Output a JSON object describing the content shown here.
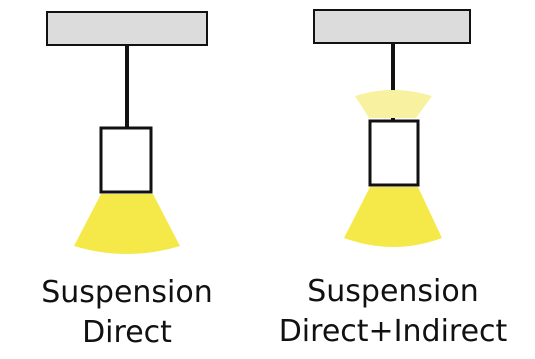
{
  "colors": {
    "ceiling_canopy": "#dcdcdc",
    "outline": "#111111",
    "light_beam": "#f5e94a",
    "light_beam_faint": "#f7f1a0",
    "background": "#ffffff"
  },
  "fixtures": [
    {
      "id": "suspension-direct",
      "label_line1": "Suspension",
      "label_line2": "Direct",
      "light": "downlight"
    },
    {
      "id": "suspension-direct-indirect",
      "label_line1": "Suspension",
      "label_line2": "Direct+Indirect",
      "light": "up-and-down"
    }
  ]
}
